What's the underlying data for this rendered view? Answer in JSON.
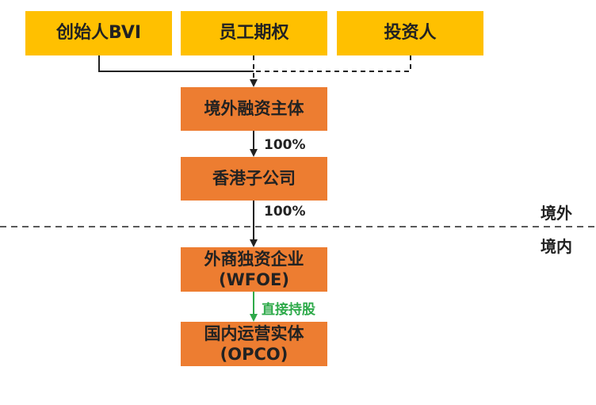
{
  "top_boxes": [
    {
      "label": "创始人BVI"
    },
    {
      "label": "员工期权"
    },
    {
      "label": "投资人"
    }
  ],
  "chain_boxes": [
    {
      "label": "境外融资主体"
    },
    {
      "label": "香港子公司"
    },
    {
      "label": "外商独资企业",
      "sub": "(WFOE)"
    },
    {
      "label": "国内运营实体",
      "sub": "(OPCO)"
    }
  ],
  "edge_labels": {
    "hk_share": "100%",
    "wfoe_share": "100%",
    "direct": "直接持股"
  },
  "regions": {
    "offshore": "境外",
    "onshore": "境内"
  },
  "colors": {
    "yellow": "#FFC000",
    "orange": "#ED7D31",
    "green_arrow": "#2EAA4A",
    "line": "#222222"
  }
}
